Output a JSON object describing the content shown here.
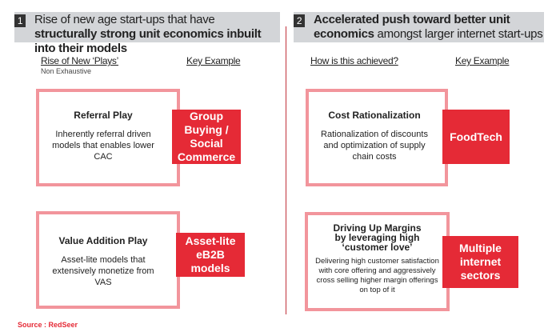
{
  "section1": {
    "number": "1",
    "title_plain": "Rise of new age start-ups that have ",
    "title_bold": "structurally strong unit economics inbuilt into their models",
    "col_left": "Rise of New ‘Plays’",
    "col_left_sub": "Non Exhaustive",
    "col_right": "Key Example",
    "items": [
      {
        "title": "Referral Play",
        "desc": "Inherently referral driven models that enables lower CAC",
        "example": "Group Buying / Social Commerce"
      },
      {
        "title": "Value Addition Play",
        "desc": "Asset-lite models that extensively monetize from VAS",
        "example": "Asset-lite eB2B models"
      }
    ]
  },
  "section2": {
    "number": "2",
    "title_bold": "Accelerated push toward better unit economics",
    "title_plain": " amongst larger internet start-ups",
    "col_left": "How is this achieved?",
    "col_right": "Key Example",
    "items": [
      {
        "title": "Cost Rationalization",
        "desc": "Rationalization of discounts and optimization of supply chain costs",
        "example": "FoodTech"
      },
      {
        "title": "Driving Up Margins by leveraging high ‘customer love’",
        "desc": "Delivering high customer satisfaction with core offering and aggressively cross selling higher margin offerings on top of it",
        "example": "Multiple internet sectors"
      }
    ]
  },
  "source": "Source : RedSeer"
}
